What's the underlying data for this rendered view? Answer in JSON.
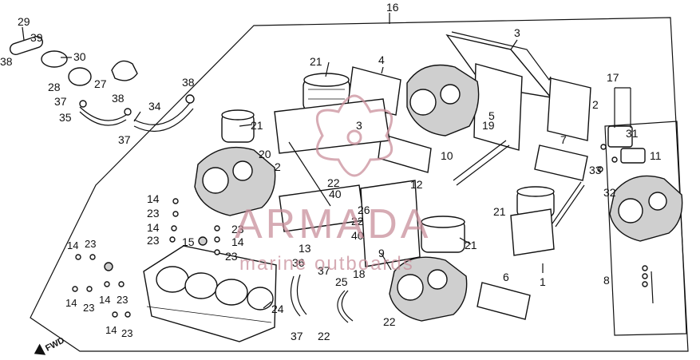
{
  "diagram": {
    "part_numbers": [
      "1",
      "2",
      "3",
      "4",
      "5",
      "6",
      "7",
      "8",
      "9",
      "10",
      "11",
      "12",
      "13",
      "14",
      "15",
      "16",
      "17",
      "18",
      "19",
      "20",
      "21",
      "22",
      "23",
      "24",
      "25",
      "26",
      "27",
      "28",
      "29",
      "30",
      "31",
      "32",
      "33",
      "34",
      "35",
      "36",
      "37",
      "38",
      "39",
      "40"
    ],
    "direction_marker": "FWD",
    "watermark": {
      "logo": "ARMADA",
      "tagline": "marine outboards",
      "color": "#c98f9b"
    },
    "colors": {
      "line": "#111111",
      "background": "#ffffff"
    }
  }
}
